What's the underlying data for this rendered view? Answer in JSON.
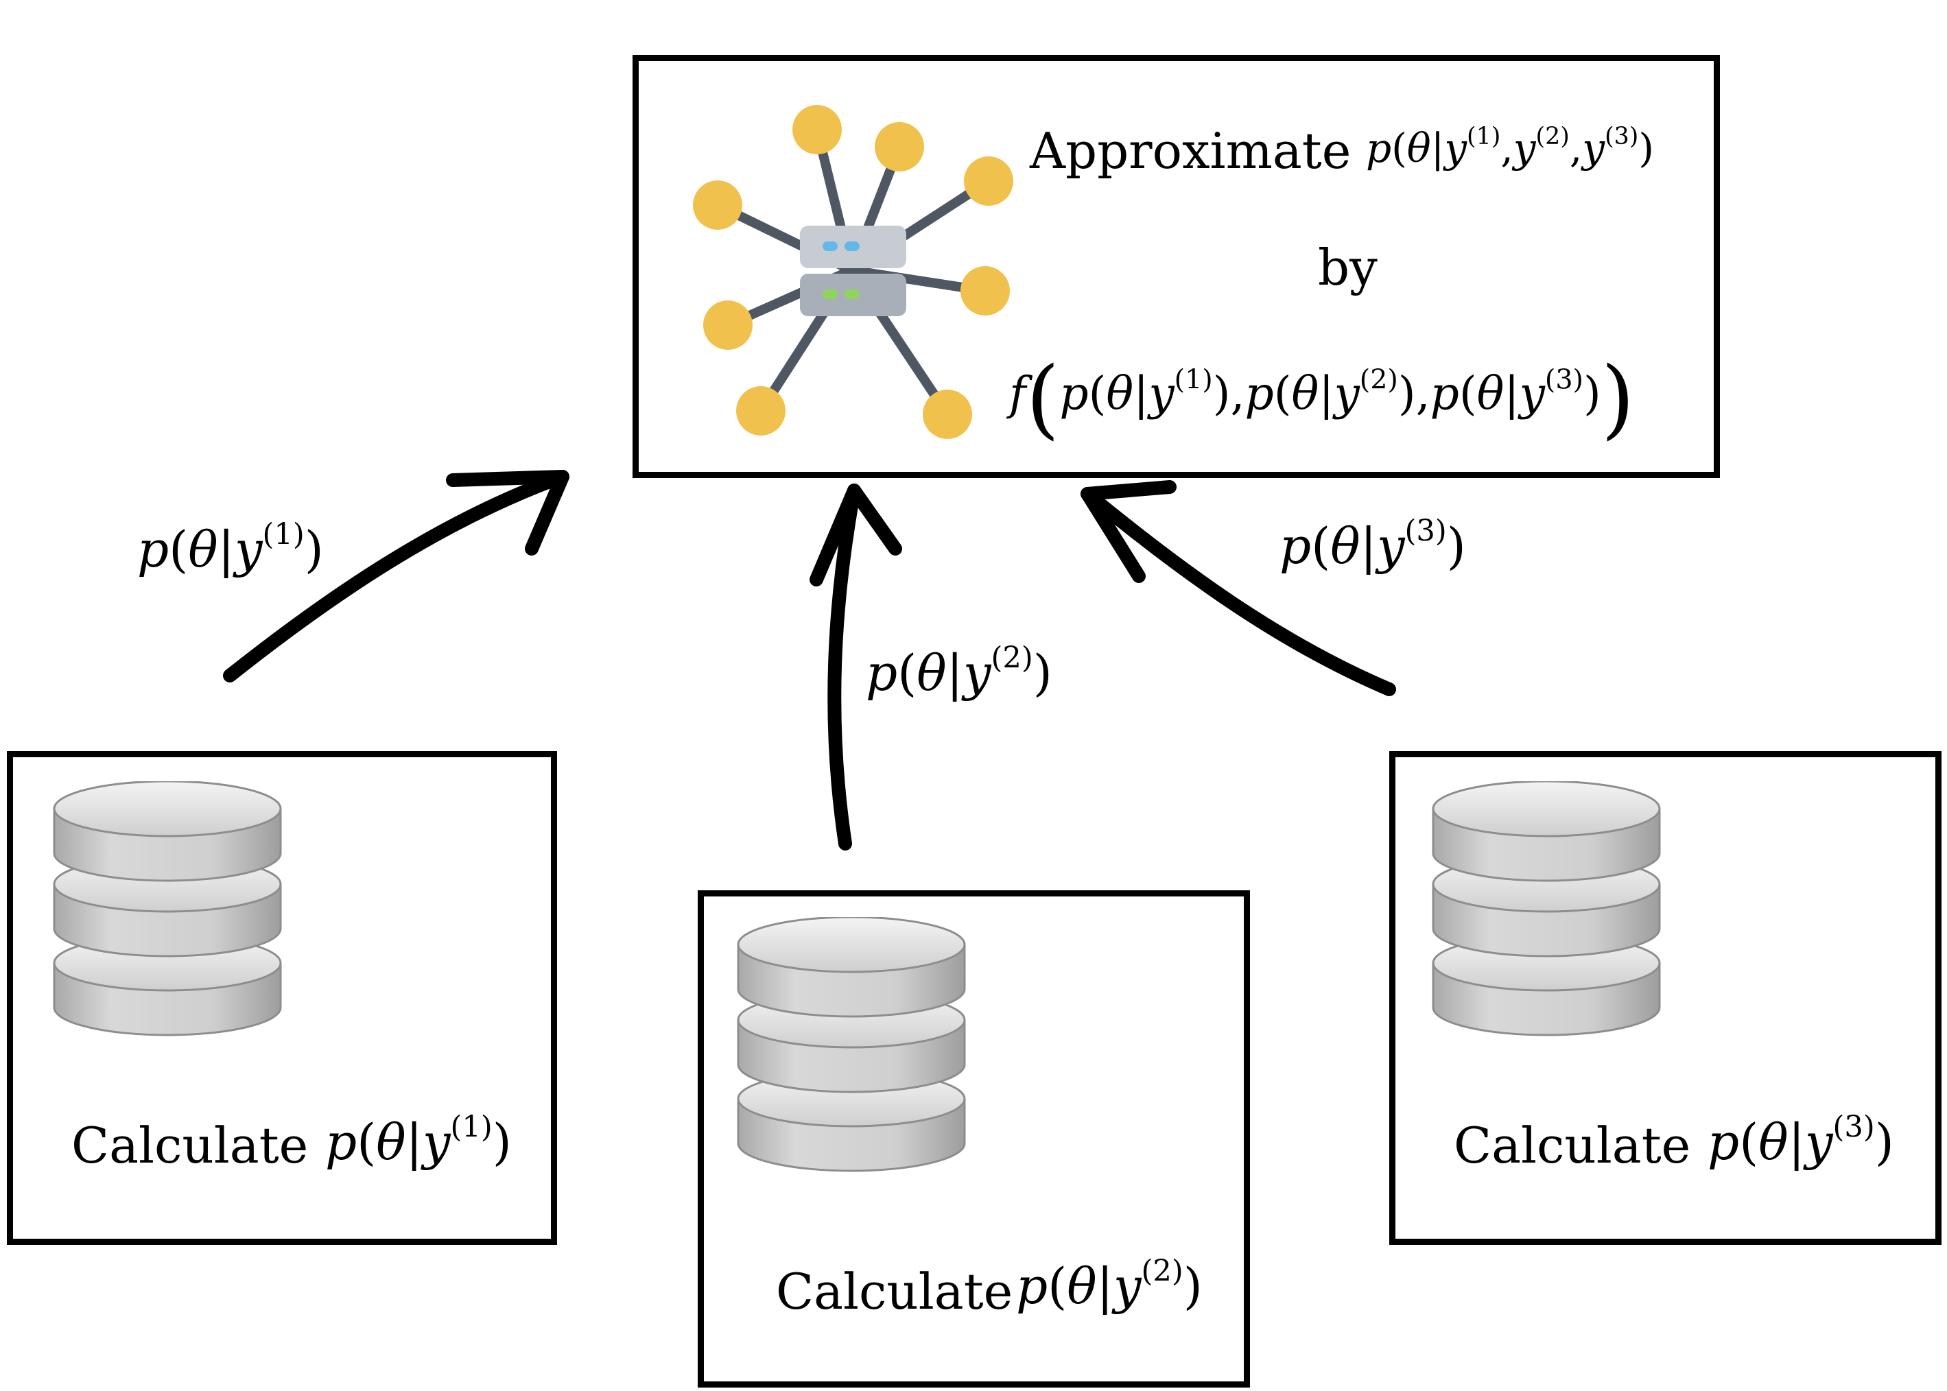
{
  "server": {
    "approx_word": "Approximate",
    "target": {
      "p": "p",
      "theta": "θ",
      "bar": "|",
      "y": "y",
      "s1": "(1)",
      "s2": "(2)",
      "s3": "(3)",
      "comma": ","
    },
    "by_word": "by",
    "f": "f",
    "icon": "server-network-icon"
  },
  "arrows": [
    {
      "label": {
        "p": "p",
        "theta": "θ",
        "bar": "|",
        "y": "y",
        "sup": "(1)"
      }
    },
    {
      "label": {
        "p": "p",
        "theta": "θ",
        "bar": "|",
        "y": "y",
        "sup": "(2)"
      }
    },
    {
      "label": {
        "p": "p",
        "theta": "θ",
        "bar": "|",
        "y": "y",
        "sup": "(3)"
      }
    }
  ],
  "local_nodes": [
    {
      "calc_word": "Calculate",
      "p": "p",
      "theta": "θ",
      "bar": "|",
      "y": "y",
      "sup": "(1)",
      "icon": "database-icon"
    },
    {
      "calc_word": "Calculate",
      "p": "p",
      "theta": "θ",
      "bar": "|",
      "y": "y",
      "sup": "(2)",
      "icon": "database-icon"
    },
    {
      "calc_word": "Calculate",
      "p": "p",
      "theta": "θ",
      "bar": "|",
      "y": "y",
      "sup": "(3)",
      "icon": "database-icon"
    }
  ],
  "colors": {
    "node_yellow": "#f0c24d",
    "spoke": "#4f5763",
    "server_top": "#c7ccd3",
    "server_bottom": "#a9afb9",
    "led_blue": "#63b8ea",
    "led_green": "#8fd45c",
    "disk_gray": "#c9c9c9"
  }
}
